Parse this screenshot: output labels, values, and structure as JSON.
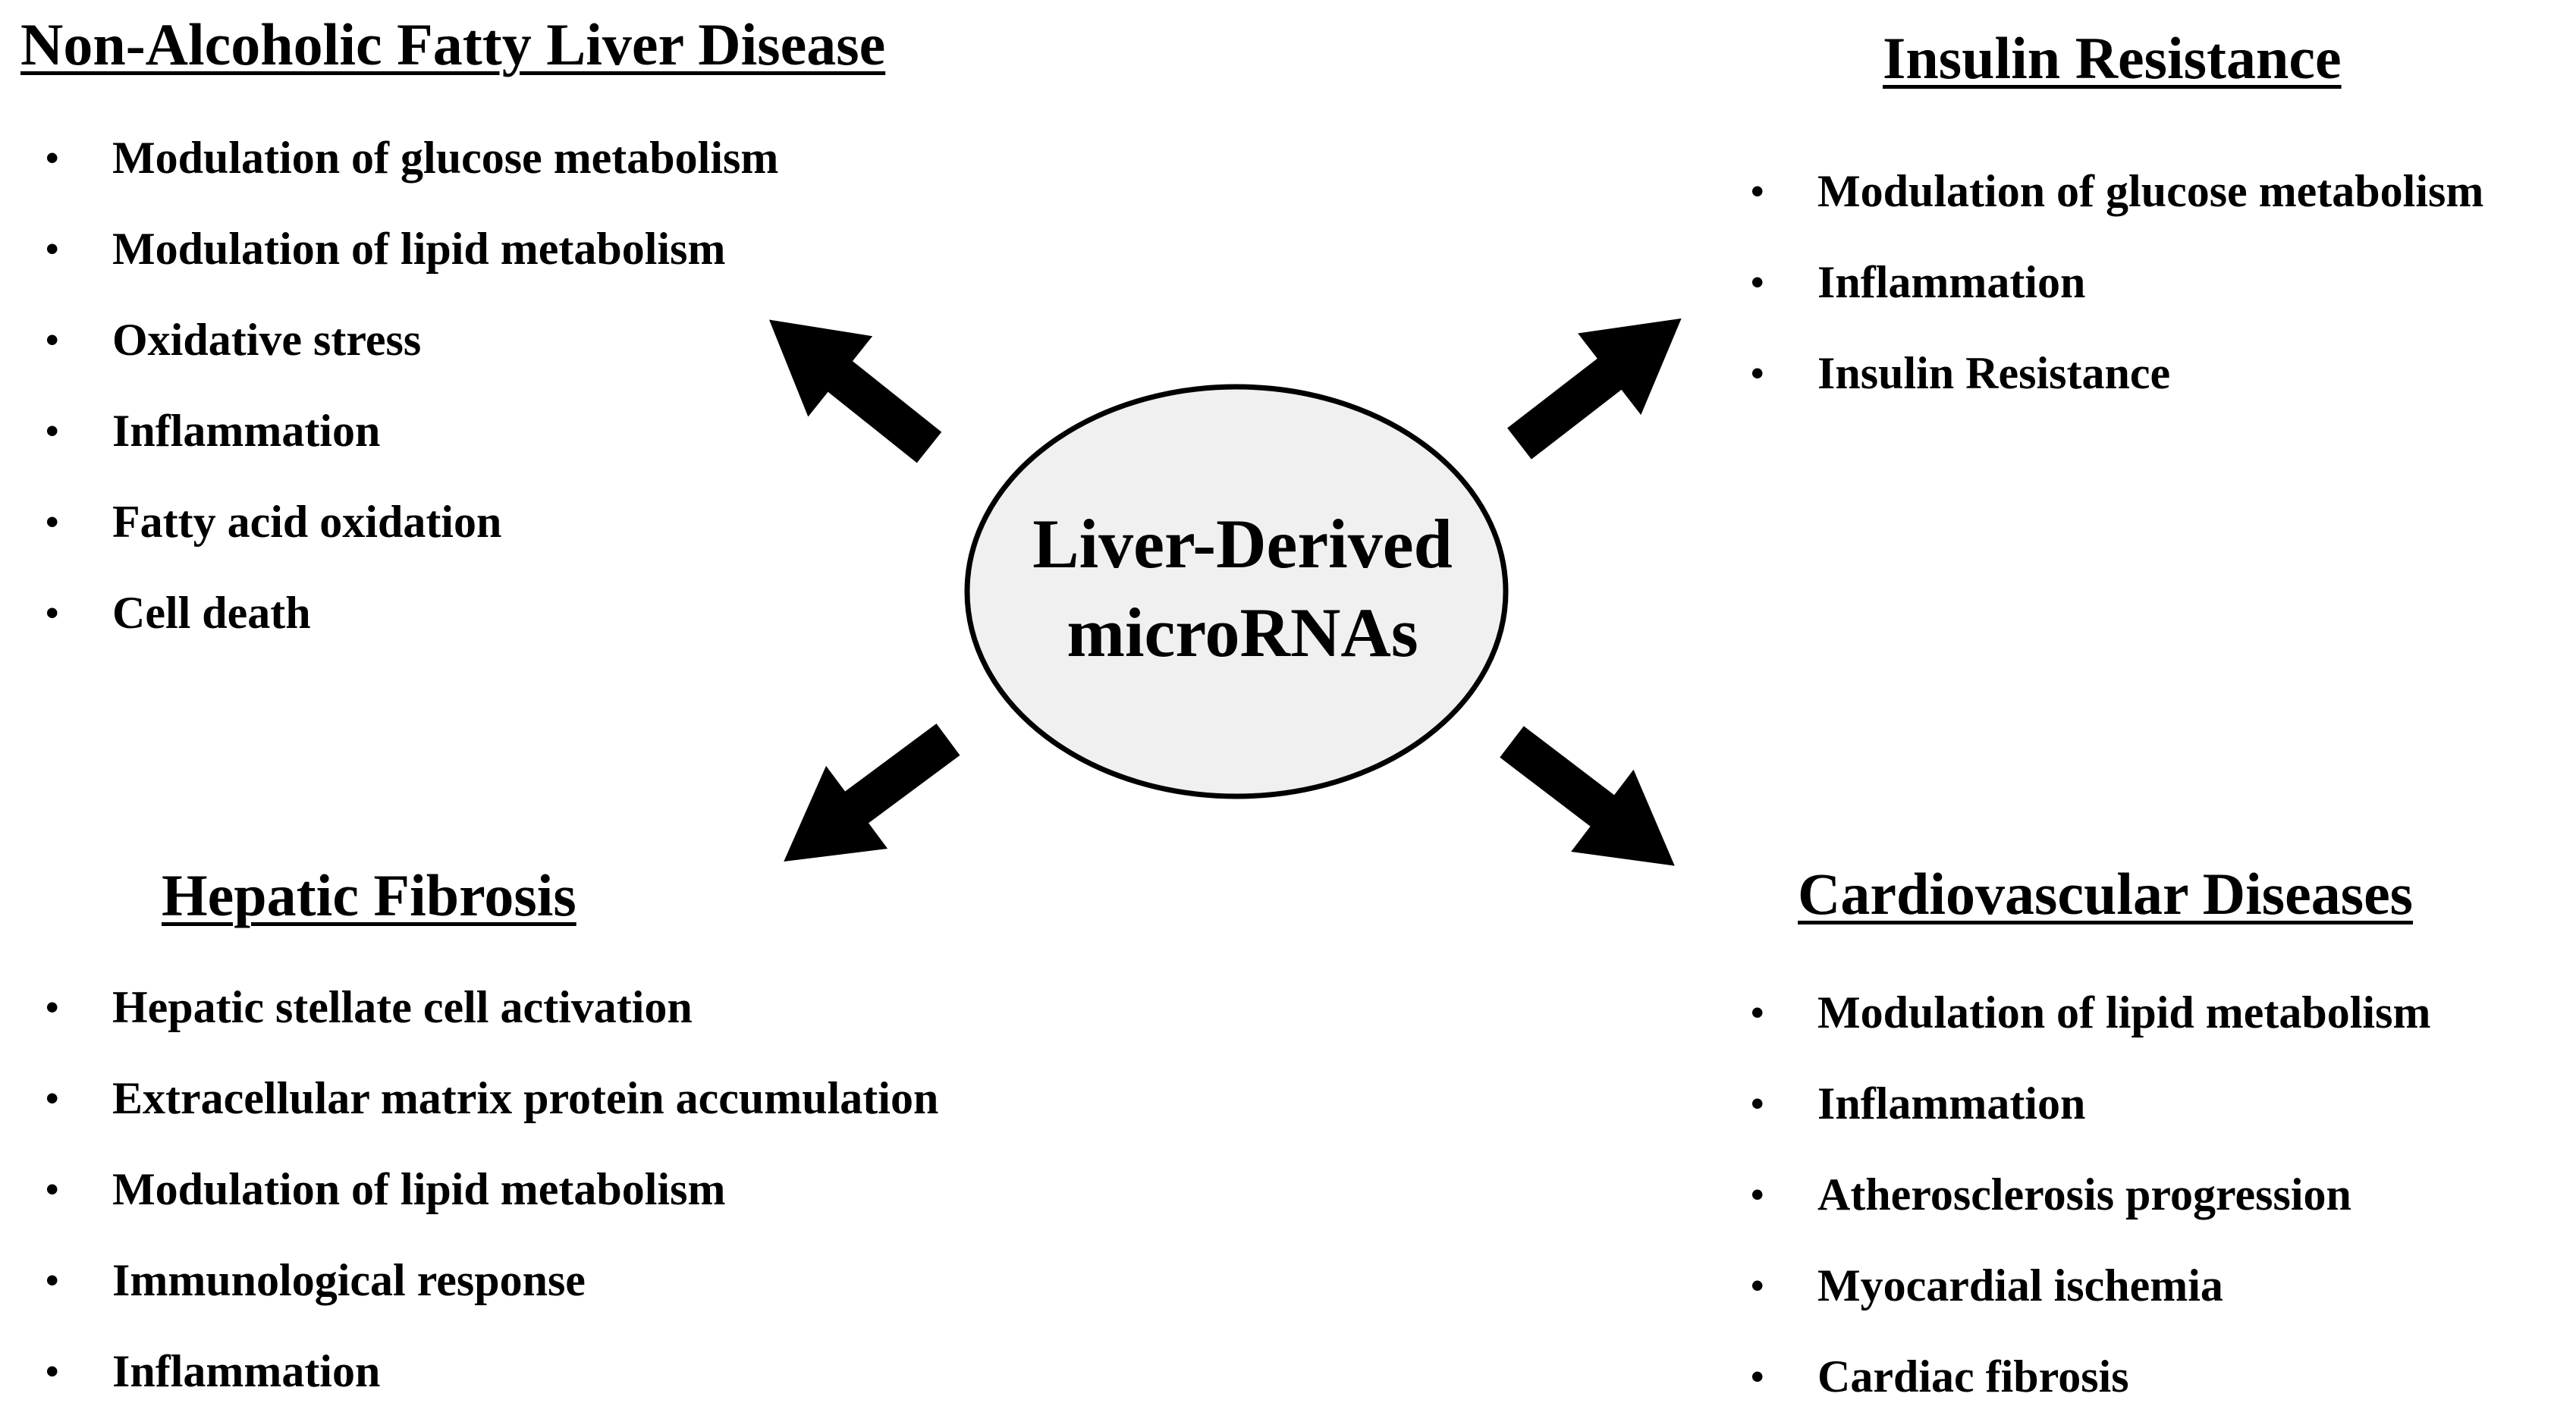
{
  "center": {
    "line1": "Liver-Derived",
    "line2": "microRNAs",
    "fill": "#f0f0f0"
  },
  "nafld": {
    "title": "Non-Alcoholic Fatty Liver Disease",
    "items": [
      {
        "label": "Modulation of glucose metabolism"
      },
      {
        "label": "Modulation of lipid metabolism"
      },
      {
        "label": "Oxidative stress"
      },
      {
        "label": "Inflammation"
      },
      {
        "label": "Fatty acid oxidation"
      },
      {
        "label": "Cell death"
      }
    ]
  },
  "insulin": {
    "title": "Insulin Resistance",
    "items": [
      {
        "label": "Modulation of glucose metabolism"
      },
      {
        "label": "Inflammation"
      },
      {
        "label": "Insulin Resistance"
      }
    ]
  },
  "fibrosis": {
    "title": "Hepatic Fibrosis",
    "items": [
      {
        "label": "Hepatic stellate cell activation"
      },
      {
        "label": "Extracellular matrix protein accumulation"
      },
      {
        "label": "Modulation of lipid metabolism"
      },
      {
        "label": "Immunological response"
      },
      {
        "label": "Inflammation"
      }
    ]
  },
  "cardio": {
    "title": "Cardiovascular Diseases",
    "items": [
      {
        "label": "Modulation of lipid metabolism"
      },
      {
        "label": "Inflammation"
      },
      {
        "label": "Atherosclerosis progression"
      },
      {
        "label": "Myocardial ischemia"
      },
      {
        "label": "Cardiac fibrosis"
      }
    ]
  }
}
